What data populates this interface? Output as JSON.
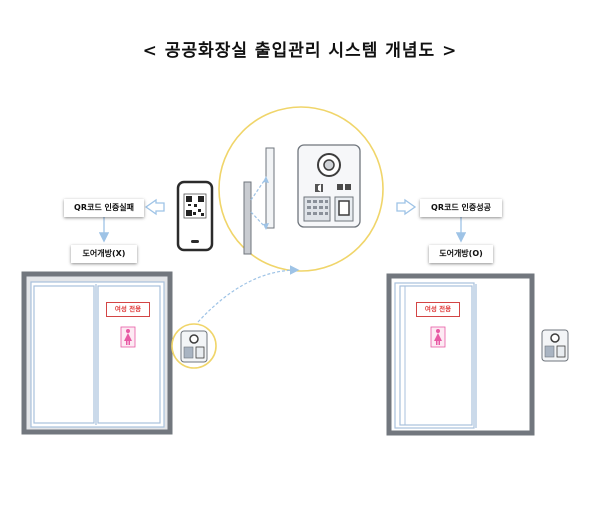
{
  "title": "< 공공화장실 출입관리 시스템 개념도 >",
  "labels": {
    "auth_fail": "QR코드 인증실패",
    "door_closed": "도어개방(X)",
    "auth_success": "QR코드 인증성공",
    "door_open": "도어개방(O)",
    "women_only": "여성 전용"
  },
  "colors": {
    "door_frame": "#72777e",
    "door_panel": "#a8c0dc",
    "arrow": "#a9c8e6",
    "zoom_circle": "#f0d56a",
    "women_icon": "#e85aa4"
  }
}
